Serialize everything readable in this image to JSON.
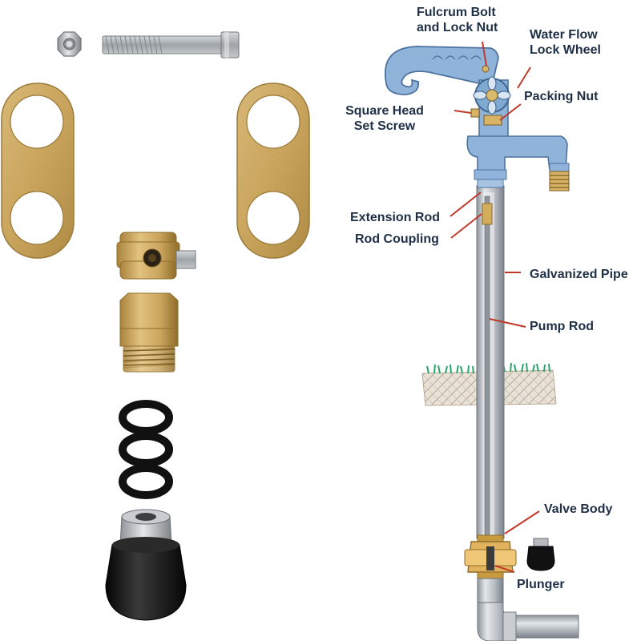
{
  "labels": {
    "fulcrum_bolt": [
      "Fulcrum Bolt",
      "and Lock Nut"
    ],
    "water_flow_lock_wheel": [
      "Water Flow",
      "Lock Wheel"
    ],
    "packing_nut": "Packing Nut",
    "square_head_set_screw": [
      "Square Head",
      "Set Screw"
    ],
    "extension_rod": "Extension Rod",
    "rod_coupling": "Rod Coupling",
    "galvanized_pipe": "Galvanized Pipe",
    "pump_rod": "Pump Rod",
    "valve_body": "Valve Body",
    "plunger": "Plunger"
  },
  "colors": {
    "label_text": "#1f2f46",
    "leader_line": "#c0392b",
    "brass": "#c9a45c",
    "brass_dark": "#8f6d2a",
    "hydrant_blue": "#8fb3d9",
    "hydrant_blue_dark": "#4d73a0",
    "pipe_gray": "#b9bec4",
    "rubber_black": "#151515",
    "steel": "#a9adb1"
  }
}
